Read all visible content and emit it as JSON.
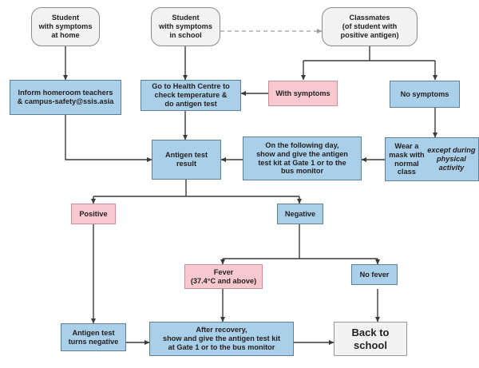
{
  "diagram": {
    "title": "Student symptoms antigen test flowchart",
    "colors": {
      "blue_fill": "#aacfe9",
      "blue_border": "#5b7f9c",
      "pink_fill": "#f7c8d0",
      "pink_border": "#c98e99",
      "gray_fill": "#f2f2f2",
      "gray_border": "#8a8a8a",
      "edge": "#3a3a3a",
      "edge_dashed": "#9b9b9b",
      "text": "#231f20",
      "background": "#ffffff"
    }
  },
  "nodes": {
    "student_home": {
      "label": "Student\nwith symptoms\nat home",
      "shape": "terminal",
      "color": "gray"
    },
    "student_school": {
      "label": "Student\nwith symptoms\nin school",
      "shape": "terminal",
      "color": "gray"
    },
    "classmates": {
      "label": "Classmates\n(of student with\npositive antigen)",
      "shape": "terminal",
      "color": "gray"
    },
    "inform": {
      "label": "Inform homeroom teachers\n& campus-safety@ssis.asia",
      "shape": "rect",
      "color": "blue"
    },
    "health_centre": {
      "label": "Go to Health Centre to\ncheck temperature &\ndo antigen test",
      "shape": "rect",
      "color": "blue"
    },
    "with_symptoms": {
      "label": "With symptoms",
      "shape": "rect",
      "color": "pink"
    },
    "no_symptoms": {
      "label": "No symptoms",
      "shape": "rect",
      "color": "blue"
    },
    "antigen_result": {
      "label": "Antigen test\nresult",
      "shape": "rect",
      "color": "blue"
    },
    "following_day": {
      "label": "On the following day,\nshow and give the antigen\ntest kit at Gate 1 or to the\nbus monitor",
      "shape": "rect",
      "color": "blue"
    },
    "wear_mask": {
      "label_normal": "Wear a mask with\nnormal class\n",
      "label_italic": "except during physical\nactivity",
      "shape": "rect",
      "color": "blue"
    },
    "positive": {
      "label": "Positive",
      "shape": "rect",
      "color": "pink"
    },
    "negative": {
      "label": "Negative",
      "shape": "rect",
      "color": "blue"
    },
    "fever": {
      "label": "Fever\n(37.4°C and above)",
      "shape": "rect",
      "color": "pink"
    },
    "no_fever": {
      "label": "No fever",
      "shape": "rect",
      "color": "blue"
    },
    "antigen_negative": {
      "label": "Antigen test\nturns negative",
      "shape": "rect",
      "color": "blue"
    },
    "after_recovery": {
      "label": "After recovery,\nshow and give the antigen test kit\nat Gate 1 or to the bus monitor",
      "shape": "rect",
      "color": "blue"
    },
    "back_to_school": {
      "label": "Back to\nschool",
      "shape": "rect",
      "color": "gray"
    }
  },
  "edges": [
    {
      "from": "student_school",
      "to": "classmates",
      "style": "dashed"
    },
    {
      "from": "student_home",
      "to": "inform",
      "style": "solid"
    },
    {
      "from": "student_school",
      "to": "health_centre",
      "style": "solid"
    },
    {
      "from": "classmates",
      "to": "with_symptoms",
      "style": "solid"
    },
    {
      "from": "classmates",
      "to": "no_symptoms",
      "style": "solid"
    },
    {
      "from": "with_symptoms",
      "to": "health_centre",
      "style": "solid"
    },
    {
      "from": "inform",
      "to": "antigen_result",
      "style": "solid"
    },
    {
      "from": "health_centre",
      "to": "antigen_result",
      "style": "solid"
    },
    {
      "from": "no_symptoms",
      "to": "wear_mask",
      "style": "solid"
    },
    {
      "from": "wear_mask",
      "to": "following_day",
      "style": "solid"
    },
    {
      "from": "following_day",
      "to": "antigen_result",
      "style": "solid"
    },
    {
      "from": "antigen_result",
      "to": "positive",
      "style": "solid"
    },
    {
      "from": "antigen_result",
      "to": "negative",
      "style": "solid"
    },
    {
      "from": "negative",
      "to": "fever",
      "style": "solid"
    },
    {
      "from": "negative",
      "to": "no_fever",
      "style": "solid"
    },
    {
      "from": "positive",
      "to": "antigen_negative",
      "style": "solid"
    },
    {
      "from": "fever",
      "to": "after_recovery",
      "style": "solid"
    },
    {
      "from": "antigen_negative",
      "to": "after_recovery",
      "style": "solid"
    },
    {
      "from": "after_recovery",
      "to": "back_to_school",
      "style": "solid"
    },
    {
      "from": "no_fever",
      "to": "back_to_school",
      "style": "solid"
    }
  ]
}
